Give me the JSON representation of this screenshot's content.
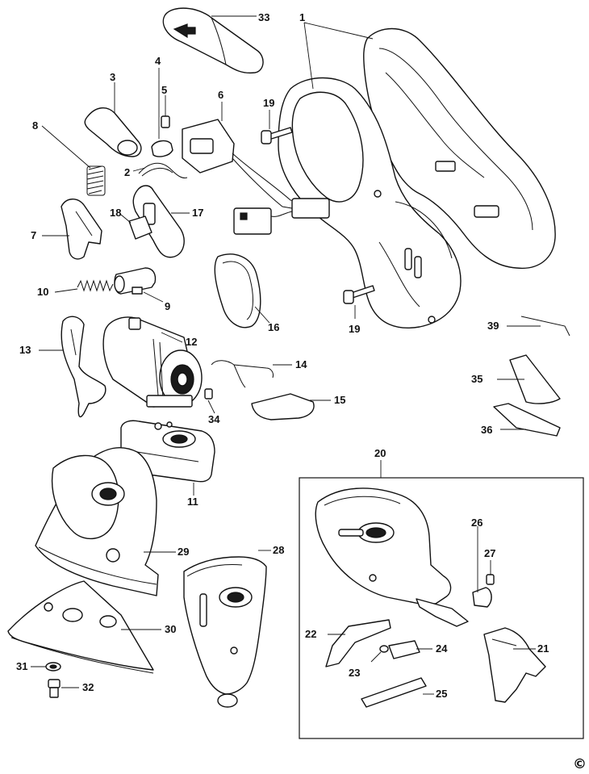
{
  "diagram": {
    "part_labels": [
      "1",
      "2",
      "3",
      "4",
      "5",
      "6",
      "7",
      "8",
      "9",
      "10",
      "11",
      "12",
      "13",
      "14",
      "15",
      "16",
      "17",
      "18",
      "19",
      "19",
      "20",
      "21",
      "22",
      "23",
      "24",
      "25",
      "26",
      "27",
      "28",
      "29",
      "30",
      "31",
      "32",
      "33",
      "34",
      "35",
      "36",
      "39"
    ],
    "copyright_symbol": "©"
  }
}
